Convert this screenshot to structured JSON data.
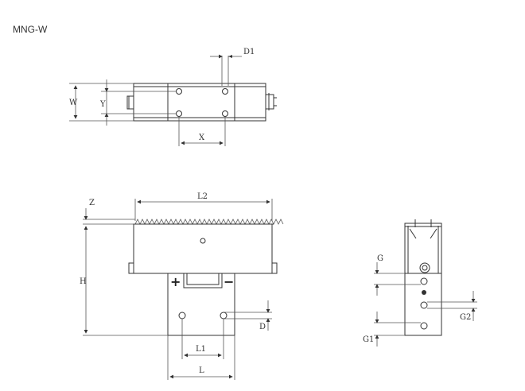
{
  "title": "MNG-W",
  "top_view": {
    "labels": {
      "d1": "D1",
      "w": "W",
      "y": "Y",
      "x": "X"
    }
  },
  "front_view": {
    "labels": {
      "z": "Z",
      "l2": "L2",
      "h": "H",
      "d": "D",
      "l1": "L1",
      "l": "L"
    },
    "plus": "+",
    "minus": "−"
  },
  "side_view": {
    "labels": {
      "g": "G",
      "g1": "G1",
      "g2": "G2"
    }
  }
}
